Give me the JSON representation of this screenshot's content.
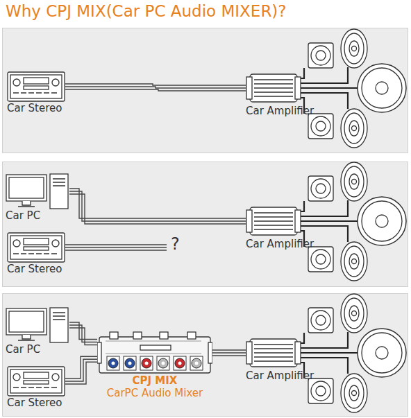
{
  "diagram": {
    "title": "Why CPJ MIX(Car PC Audio MIXER)?",
    "nodes": [
      {
        "text": [
          "Car Stereo"
        ]
      },
      {
        "text": [
          "Car Amplifier"
        ]
      },
      {
        "text": [
          "Car PC"
        ]
      },
      {
        "text": [
          "Car Stereo"
        ]
      },
      {
        "text": [
          "Car Amplifier"
        ]
      },
      {
        "text": [
          "Car PC"
        ]
      },
      {
        "text": [
          "Car Stereo"
        ]
      },
      {
        "text": [
          "CPJ MIX",
          "CarPC Audio Mixer"
        ]
      },
      {
        "text": [
          "Car Amplifier"
        ]
      }
    ],
    "edges": [
      {
        "from": 0,
        "to": 1,
        "arrow": "none"
      },
      {
        "from": 2,
        "to": 4,
        "arrow": "none"
      },
      {
        "from": 5,
        "to": 7,
        "arrow": "none"
      },
      {
        "from": 6,
        "to": 7,
        "arrow": "none"
      },
      {
        "from": 7,
        "to": 8,
        "arrow": "none"
      }
    ],
    "labels": [
      "?"
    ]
  }
}
